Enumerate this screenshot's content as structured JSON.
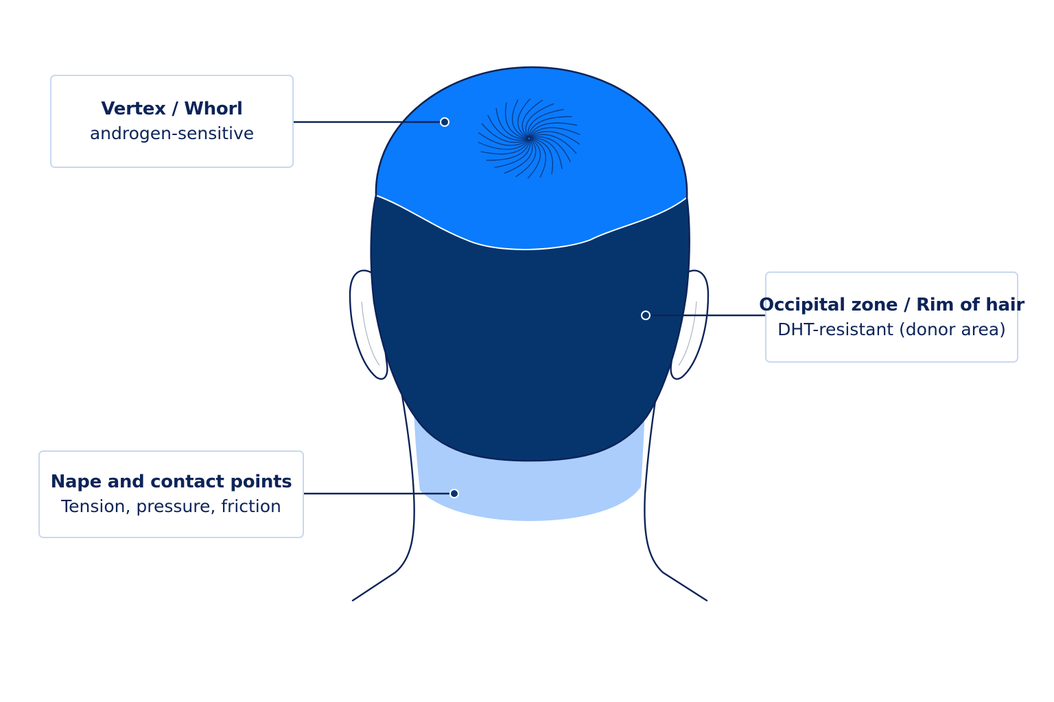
{
  "colors": {
    "vertex": "#0a7bfd",
    "occipital": "#06356e",
    "nape": "#aacdfc",
    "outline": "#0d2459",
    "box_border": "#c9d8ef"
  },
  "labels": {
    "vertex": {
      "title": "Vertex / Whorl",
      "desc": "androgen-sensitive"
    },
    "occipital": {
      "title": "Occipital zone / Rim of hair",
      "desc": "DHT-resistant (donor area)"
    },
    "nape": {
      "title": "Nape and contact points",
      "desc": "Tension, pressure, friction"
    }
  }
}
